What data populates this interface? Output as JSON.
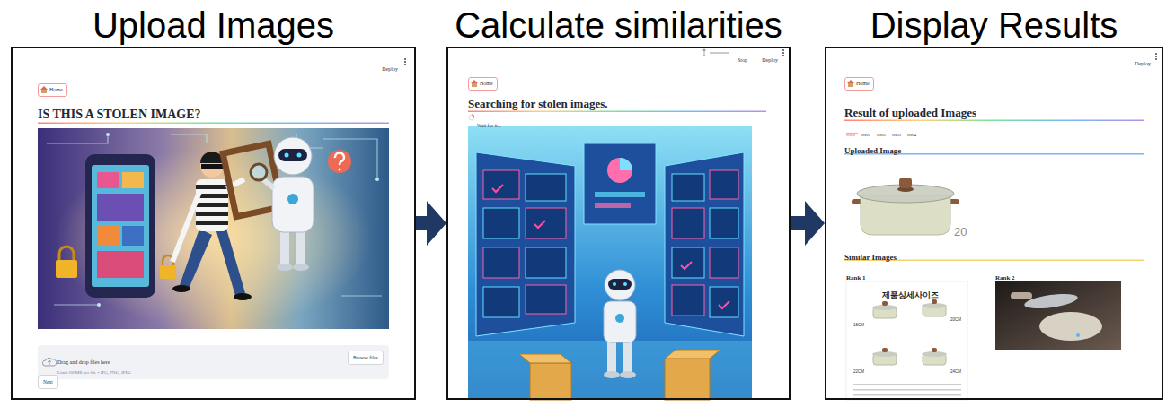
{
  "diagram": {
    "nodes": [
      {
        "text": [
          "Upload Images",
          "Deploy",
          "IS THIS A STOLEN IMAGE?"
        ]
      },
      {
        "text": [
          "Home"
        ],
        "in": 0
      },
      {
        "text": [
          "Drag and drop files here",
          "Limit 200MB per file • JPG, PNG, JPEG"
        ],
        "in": 0
      },
      {
        "text": [
          "Browse files"
        ],
        "in": 2
      },
      {
        "text": [
          "Next"
        ],
        "in": 0
      },
      {
        "text": [
          "Calculate similarities",
          "Stop",
          "Deploy",
          "Searching for stolen images.",
          "Wait for it..."
        ]
      },
      {
        "text": [
          "Home"
        ],
        "in": 5
      },
      {
        "text": [
          "Display Results",
          "Deploy",
          "Result of uploaded Images",
          "0000",
          "0001",
          "0002",
          "0003",
          "0004",
          "Uploaded Image",
          "Similar Images",
          "Rank 1",
          "Rank 2"
        ]
      },
      {
        "text": [
          "Home"
        ],
        "in": 7
      }
    ],
    "edges": [
      {
        "from": 0,
        "to": 5,
        "arrow": "to"
      },
      {
        "from": 5,
        "to": 7,
        "arrow": "to"
      }
    ],
    "labels": [
      "20",
      "제품상세사이즈",
      "18CM",
      "20CM",
      "22CM",
      "24CM"
    ]
  }
}
